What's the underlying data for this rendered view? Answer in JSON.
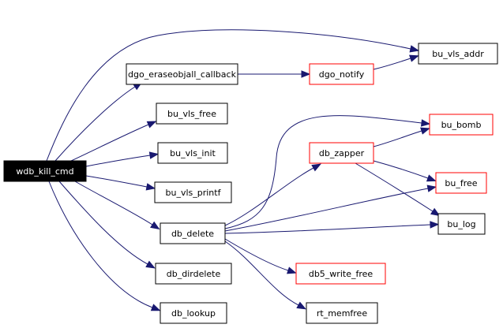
{
  "graph": {
    "colors": {
      "edge": "#191970",
      "root_fill": "#000000",
      "root_text": "#ffffff",
      "border_default": "#000000",
      "border_red": "#ff0000"
    },
    "nodes": {
      "wdb_kill_cmd": {
        "label": "wdb_kill_cmd",
        "style": "root"
      },
      "dgo_eraseobjall_callback": {
        "label": "dgo_eraseobjall_callback",
        "style": "normal"
      },
      "dgo_notify": {
        "label": "dgo_notify",
        "style": "red"
      },
      "bu_vls_addr": {
        "label": "bu_vls_addr",
        "style": "normal"
      },
      "bu_vls_free": {
        "label": "bu_vls_free",
        "style": "normal"
      },
      "bu_vls_init": {
        "label": "bu_vls_init",
        "style": "normal"
      },
      "bu_vls_printf": {
        "label": "bu_vls_printf",
        "style": "normal"
      },
      "db_delete": {
        "label": "db_delete",
        "style": "normal"
      },
      "db_dirdelete": {
        "label": "db_dirdelete",
        "style": "normal"
      },
      "db_lookup": {
        "label": "db_lookup",
        "style": "normal"
      },
      "db_zapper": {
        "label": "db_zapper",
        "style": "red"
      },
      "bu_bomb": {
        "label": "bu_bomb",
        "style": "red"
      },
      "bu_free": {
        "label": "bu_free",
        "style": "red"
      },
      "bu_log": {
        "label": "bu_log",
        "style": "normal"
      },
      "db5_write_free": {
        "label": "db5_write_free",
        "style": "red"
      },
      "rt_memfree": {
        "label": "rt_memfree",
        "style": "normal"
      }
    },
    "edges": [
      {
        "from": "wdb_kill_cmd",
        "to": "bu_vls_addr"
      },
      {
        "from": "wdb_kill_cmd",
        "to": "dgo_eraseobjall_callback"
      },
      {
        "from": "wdb_kill_cmd",
        "to": "bu_vls_free"
      },
      {
        "from": "wdb_kill_cmd",
        "to": "bu_vls_init"
      },
      {
        "from": "wdb_kill_cmd",
        "to": "bu_vls_printf"
      },
      {
        "from": "wdb_kill_cmd",
        "to": "db_delete"
      },
      {
        "from": "wdb_kill_cmd",
        "to": "db_dirdelete"
      },
      {
        "from": "wdb_kill_cmd",
        "to": "db_lookup"
      },
      {
        "from": "dgo_eraseobjall_callback",
        "to": "dgo_notify"
      },
      {
        "from": "dgo_notify",
        "to": "bu_vls_addr"
      },
      {
        "from": "db_delete",
        "to": "db_zapper"
      },
      {
        "from": "db_delete",
        "to": "bu_bomb"
      },
      {
        "from": "db_delete",
        "to": "bu_free"
      },
      {
        "from": "db_delete",
        "to": "bu_log"
      },
      {
        "from": "db_delete",
        "to": "db5_write_free"
      },
      {
        "from": "db_delete",
        "to": "rt_memfree"
      },
      {
        "from": "db_zapper",
        "to": "bu_bomb"
      },
      {
        "from": "db_zapper",
        "to": "bu_free"
      },
      {
        "from": "db_zapper",
        "to": "bu_log"
      }
    ]
  }
}
